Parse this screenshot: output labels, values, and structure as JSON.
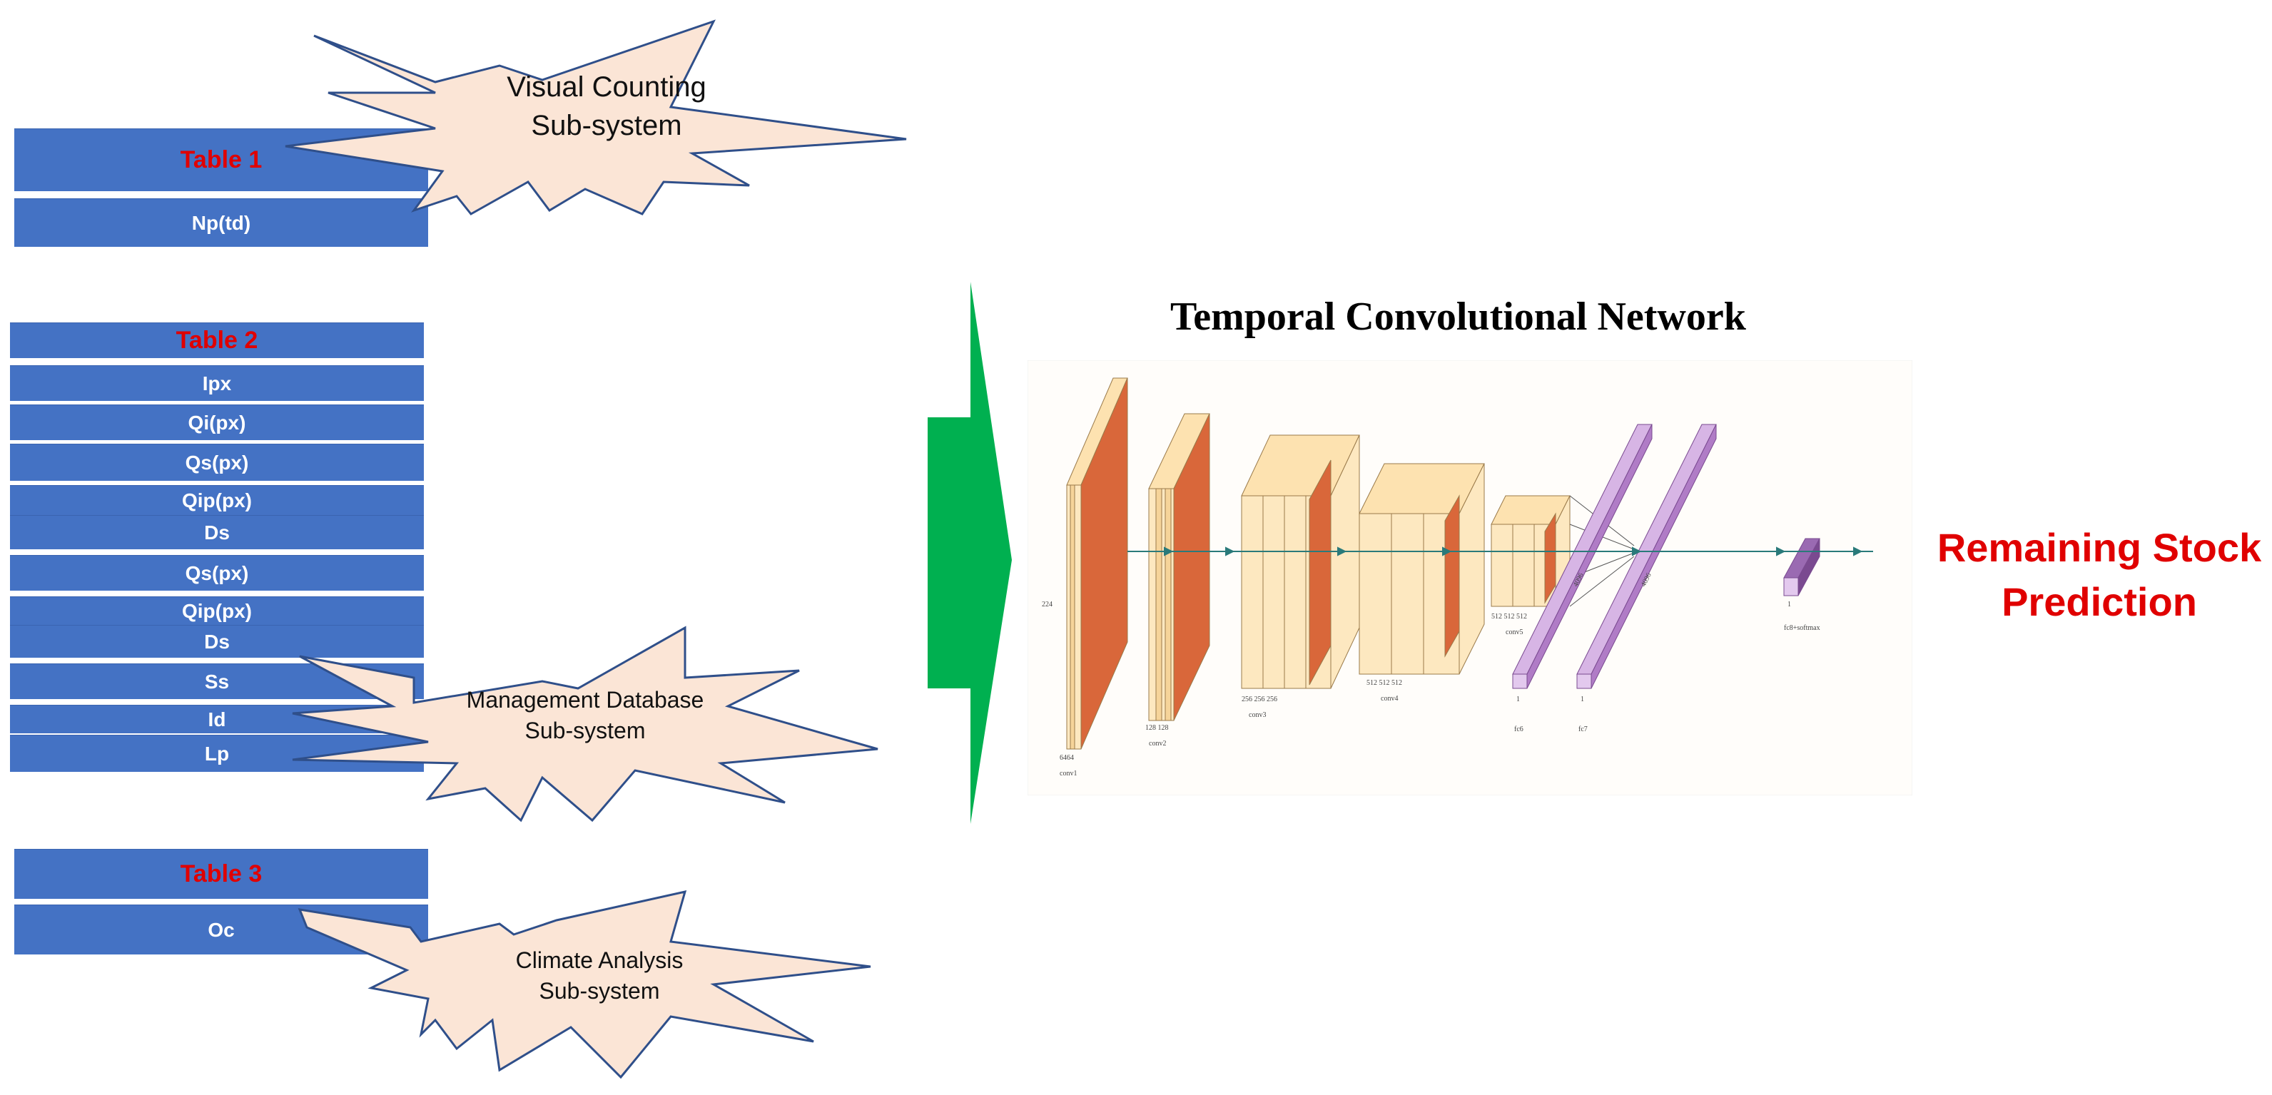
{
  "table1": {
    "header": "Table 1",
    "rows": [
      "Np(td)"
    ]
  },
  "table2": {
    "header": "Table 2",
    "rows": [
      "Ipx",
      "Qi(px)",
      "Qs(px)",
      "Qip(px)",
      "Ds",
      "Qs(px)",
      "Qip(px)",
      "Ds",
      "Ss",
      "Id",
      "Lp"
    ]
  },
  "table3": {
    "header": "Table 3",
    "rows": [
      "Oc"
    ]
  },
  "bursts": {
    "visual": {
      "line1": "Visual Counting",
      "line2": "Sub-system"
    },
    "management": {
      "line1": "Management Database",
      "line2": "Sub-system"
    },
    "climate": {
      "line1": "Climate Analysis",
      "line2": "Sub-system"
    }
  },
  "network": {
    "title": "Temporal Convolutional Network",
    "labels": {
      "conv1": "conv1",
      "conv2": "conv2",
      "conv3": "conv3",
      "conv4": "conv4",
      "conv5": "conv5",
      "fc6": "fc6",
      "fc7": "fc7",
      "softmax": "fc8+softmax",
      "d224": "224",
      "d6464": "6464",
      "d128": "128 128",
      "d256": "256 256 256",
      "d512a": "512 512 512",
      "d512b": "512 512 512",
      "one": "1",
      "d4096a": "4096",
      "d4096b": "4096"
    }
  },
  "output": {
    "line1": "Remaining Stock",
    "line2": "Prediction"
  },
  "colors": {
    "bar": "#4472c4",
    "header_text": "#e00000",
    "burst_fill": "#fbe5d6",
    "arrow": "#00b050",
    "output": "#e00000",
    "cube_light": "#fde2b0",
    "cube_dark": "#d9673a",
    "fc_purple": "#b07cc6"
  }
}
